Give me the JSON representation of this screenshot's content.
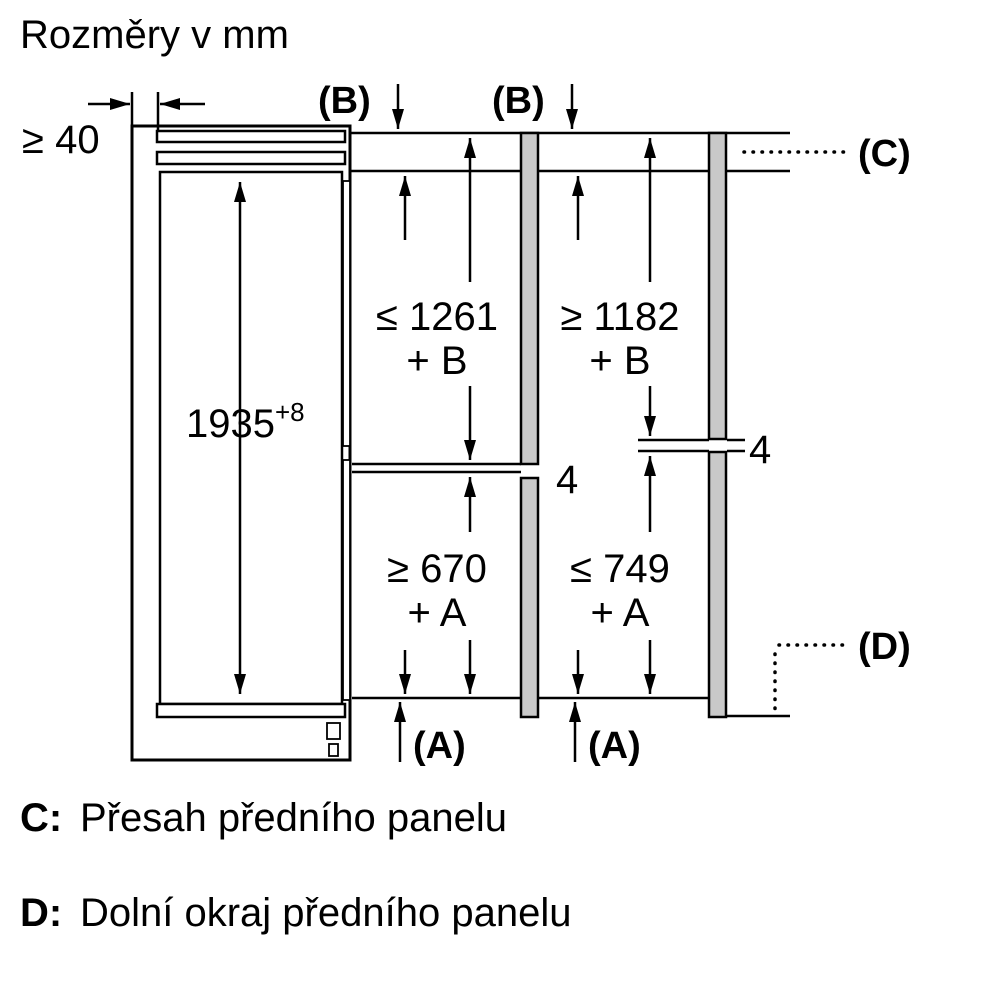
{
  "title": "Rozměry v mm",
  "diagram": {
    "top_gap_label": "≥ 40",
    "height_value": "1935",
    "height_tolerance": "+8",
    "label_b_left": "(B)",
    "label_b_right": "(B)",
    "label_c": "(C)",
    "label_d": "(D)",
    "label_a_left": "(A)",
    "label_a_right": "(A)",
    "upper_left_value": "≤ 1261",
    "upper_left_add": "+ B",
    "upper_right_value": "≥ 1182",
    "upper_right_add": "+ B",
    "lower_left_value": "≥ 670",
    "lower_left_add": "+ A",
    "lower_right_value": "≤ 749",
    "lower_right_add": "+ A",
    "mid_panel_gap": "4",
    "right_panel_gap": "4"
  },
  "legend": {
    "c_key": "C:",
    "c_text": "Přesah předního panelu",
    "d_key": "D:",
    "d_text": "Dolní okraj předního panelu"
  },
  "colors": {
    "panel_fill": "#c9c9c9",
    "line": "#000000",
    "background": "#ffffff"
  }
}
